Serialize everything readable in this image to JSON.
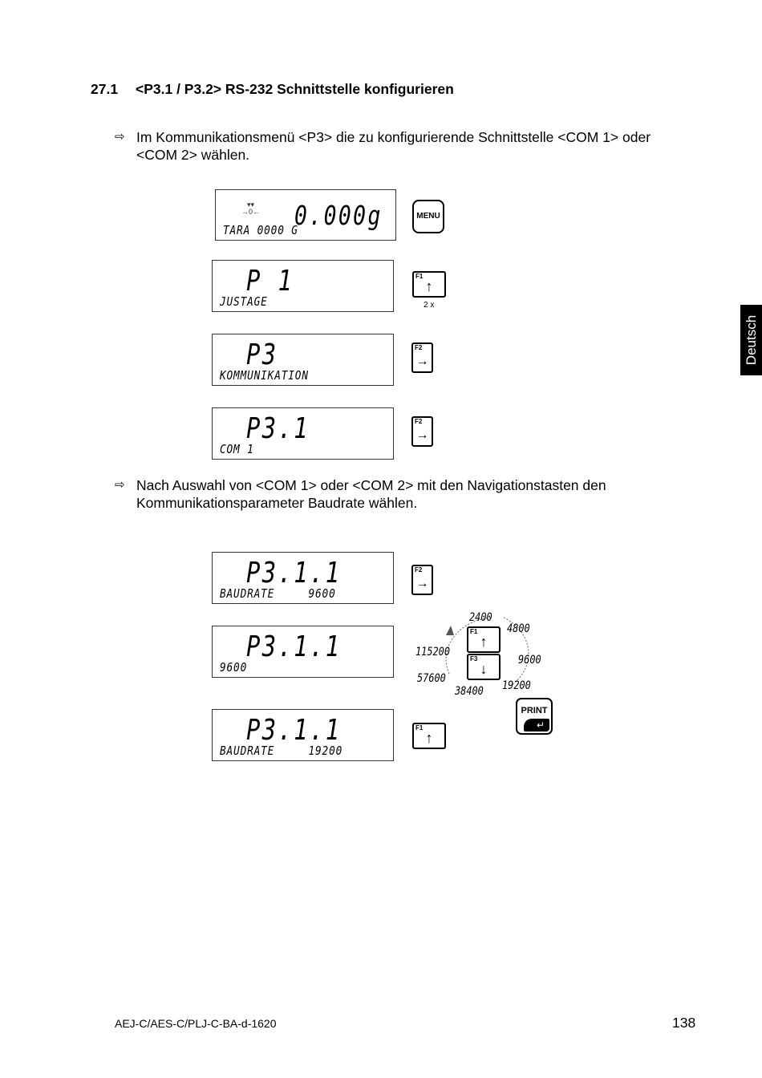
{
  "heading": {
    "number": "27.1",
    "title": "<P3.1 / P3.2> RS-232 Schnittstelle konfigurieren"
  },
  "bullets": [
    {
      "arrow": "⇨",
      "text": "Im Kommunikationsmenü <P3> die zu konfigurierende Schnittstelle <COM 1> oder <COM 2> wählen."
    },
    {
      "arrow": "⇨",
      "text": "Nach Auswahl von <COM 1> oder <COM 2> mit den Navigationstasten den Kommunikationsparameter Baudrate wählen."
    }
  ],
  "displays": [
    {
      "main": "0.000g",
      "sub": "TARA 0000 G",
      "sub_right": ""
    },
    {
      "main": "P 1",
      "sub": "JUSTAGE",
      "sub_right": ""
    },
    {
      "main": "P3",
      "sub": "KOMMUNIKATION",
      "sub_right": ""
    },
    {
      "main": "P3.1",
      "sub": "COM 1",
      "sub_right": ""
    },
    {
      "main": "P3.1.1",
      "sub": "BAUDRATE",
      "sub_right": "9600"
    },
    {
      "main": "P3.1.1",
      "sub": "9600",
      "sub_right": ""
    },
    {
      "main": "P3.1.1",
      "sub": "BAUDRATE",
      "sub_right": "19200"
    }
  ],
  "keys": {
    "menu": "MENU",
    "f1": "F1",
    "f2": "F2",
    "f3": "F3",
    "up_glyph": "↑",
    "down_glyph": "↓",
    "right_glyph": "→",
    "print": "PRINT",
    "enter_glyph": "↵",
    "repeat": "2 x"
  },
  "baudrates": [
    "2400",
    "4800",
    "9600",
    "19200",
    "38400",
    "57600",
    "115200"
  ],
  "side_tab": "Deutsch",
  "footer": {
    "doc_id": "AEJ-C/AES-C/PLJ-C-BA-d-1620",
    "page": "138"
  }
}
